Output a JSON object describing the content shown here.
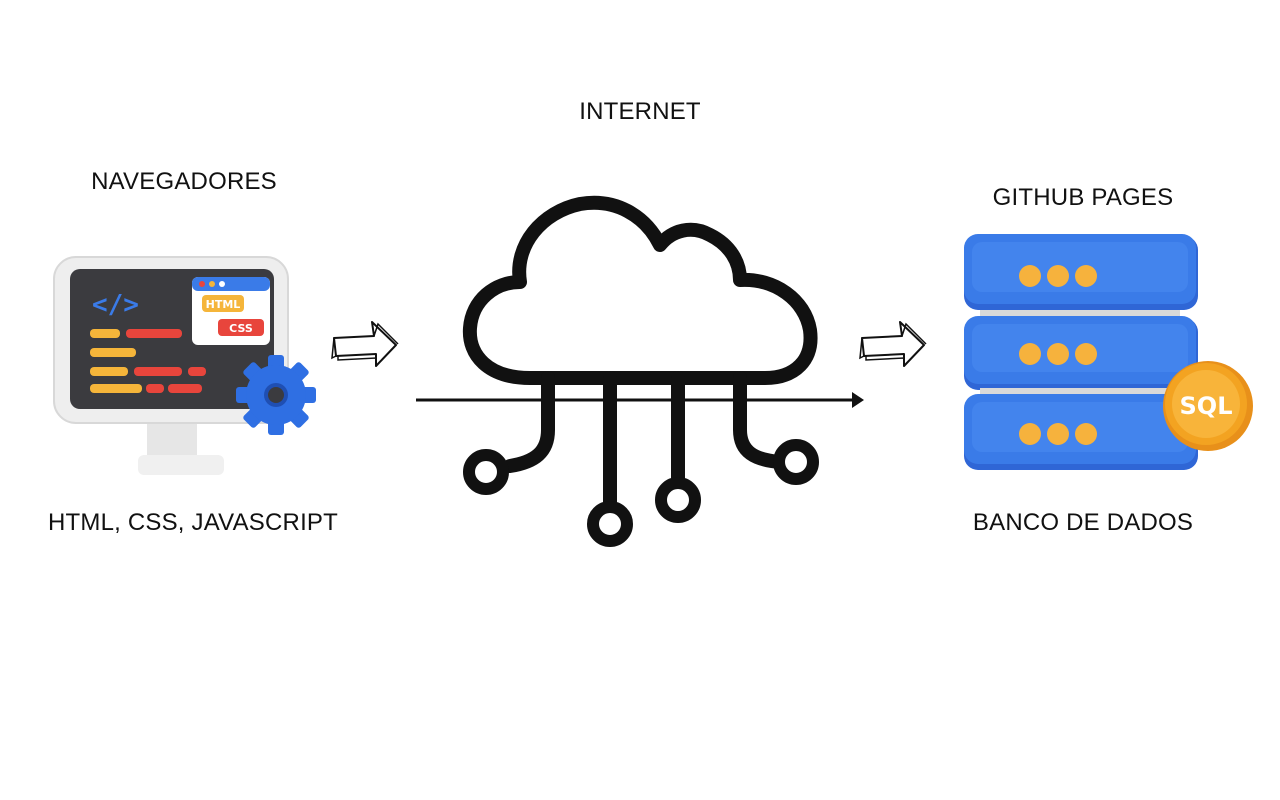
{
  "labels": {
    "internet": "INTERNET",
    "navegadores": "NAVEGADORES",
    "github_pages": "GITHUB PAGES",
    "html_css_js": "HTML, CSS, JAVASCRIPT",
    "banco_de_dados": "BANCO DE DADOS"
  },
  "monitor": {
    "code_tag": "</>",
    "html_tag": "HTML",
    "css_tag": "CSS"
  },
  "database": {
    "badge": "SQL"
  },
  "colors": {
    "server_blue": "#3a7be8",
    "dot_orange": "#f6b23d",
    "sql_gold": "#f3a321",
    "screen_dark": "#3b3b3f",
    "gear_blue": "#2f6fe3",
    "line_red": "#e8453c",
    "line_yellow": "#f5b53a"
  },
  "icons": [
    "monitor-code-icon",
    "hand-drawn-arrow-icon",
    "cloud-network-icon",
    "database-server-icon",
    "sql-badge-icon",
    "gear-icon"
  ]
}
